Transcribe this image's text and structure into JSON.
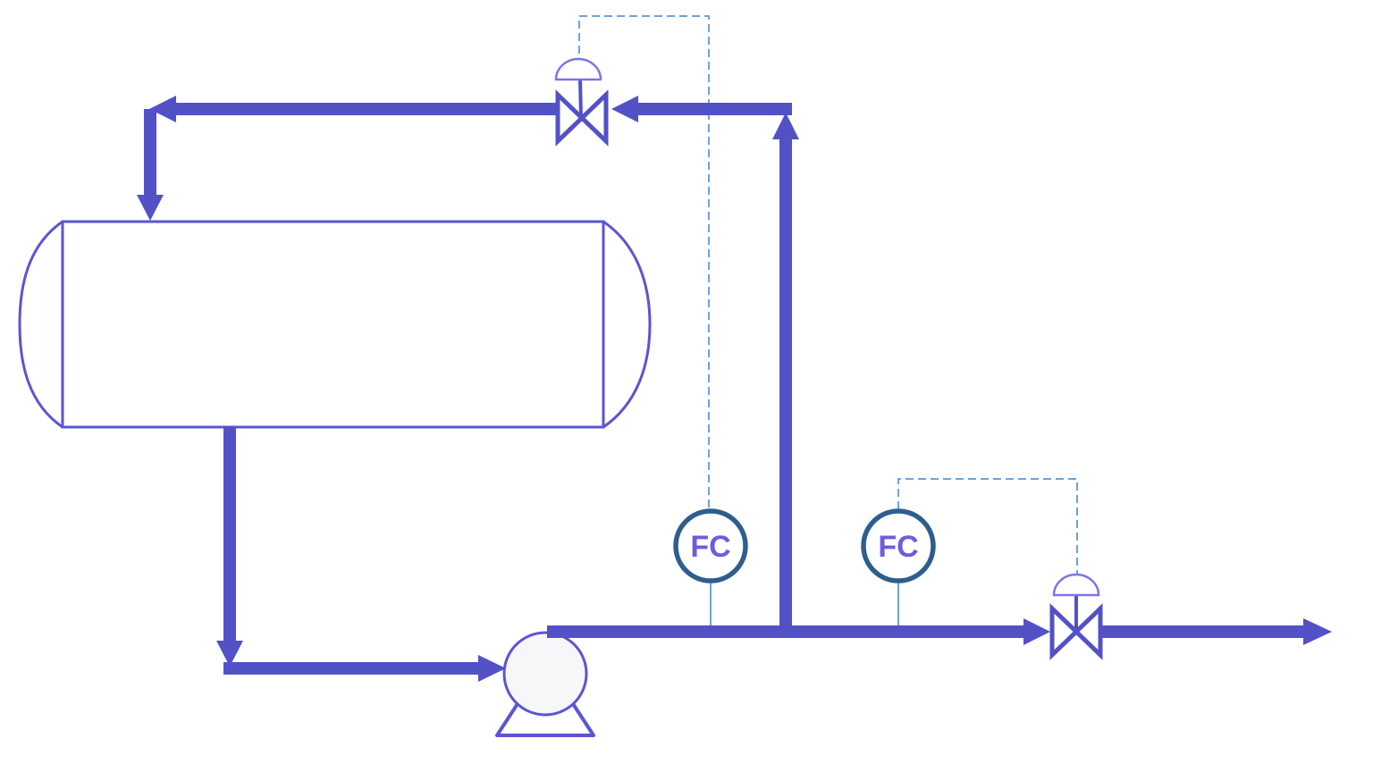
{
  "diagram": {
    "type": "process-flow-diagram",
    "instruments": [
      {
        "id": "flow-controller-recycle",
        "label": "FC"
      },
      {
        "id": "flow-controller-outlet",
        "label": "FC"
      }
    ],
    "equipment": [
      {
        "id": "horizontal-vessel",
        "label": ""
      },
      {
        "id": "centrifugal-pump",
        "label": ""
      },
      {
        "id": "control-valve-recycle",
        "label": ""
      },
      {
        "id": "control-valve-outlet",
        "label": ""
      }
    ],
    "colors": {
      "background": "#FFFFFF",
      "pipe": "#5351C6",
      "equipment_outline": "#5B55D2",
      "actuator": "#7C74E6",
      "signal_line": "#6FA3D9",
      "instrument_stroke": "#2E5E8E",
      "instrument_text": "#6C5CE0",
      "pump_fill": "#F7F7F9"
    }
  }
}
